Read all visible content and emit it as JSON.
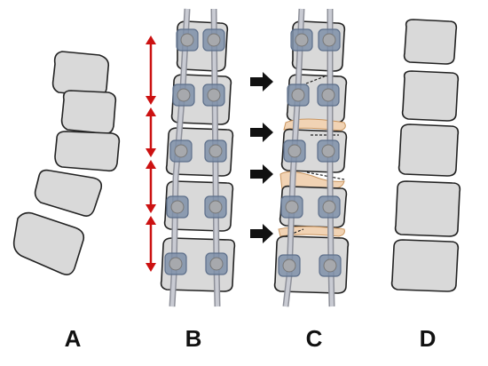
{
  "panels": [
    {
      "label": "A"
    },
    {
      "label": "B"
    },
    {
      "label": "C"
    },
    {
      "label": "D"
    }
  ],
  "colors": {
    "vertebra_fill": "#d9d9d9",
    "vertebra_stroke": "#222222",
    "rod": "#c9cbd3",
    "screw_fill": "#7e8fa8",
    "screw_head": "#a7a9ad",
    "arrow_red": "#cc1111",
    "arrow_black": "#111111",
    "graft_fill": "#f1d3b4",
    "graft_stroke": "#c9955f"
  },
  "icons": {
    "distraction": "double-headed-red-arrow",
    "indicator": "black-right-arrow"
  }
}
